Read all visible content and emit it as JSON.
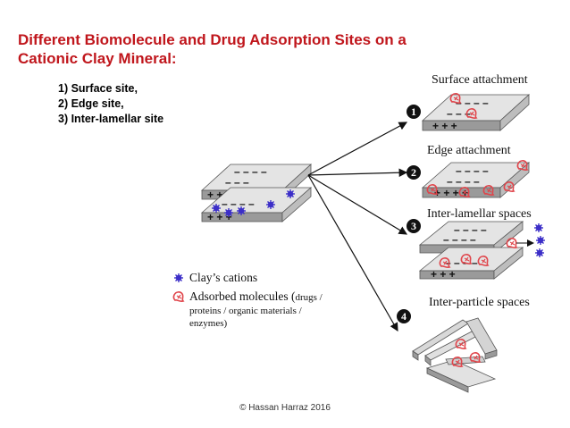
{
  "title": {
    "line1": "Different Biomolecule and Drug Adsorption Sites on a",
    "line2": "Cationic Clay Mineral:"
  },
  "sites": [
    "1) Surface site,",
    "2) Edge site,",
    "3) Inter-lamellar site"
  ],
  "diagram": {
    "labels": {
      "surface": "Surface attachment",
      "edge": "Edge attachment",
      "interlamellar": "Inter-lamellar spaces",
      "interparticle": "Inter-particle spaces"
    },
    "numbers": [
      "1",
      "2",
      "3",
      "4"
    ],
    "legend": {
      "cations": "Clay’s cations",
      "adsorbed_main": "Adsorbed molecules (",
      "adsorbed_drugs": "drugs /",
      "adsorbed_line2": "proteins / organic materials /",
      "adsorbed_line3": "enzymes)"
    },
    "colors": {
      "cation": "#3c2fc8",
      "molecule": "#e0454b",
      "plate_face": "#e4e4e4",
      "plate_side": "#9a9a9a"
    }
  },
  "footer": "© Hassan Harraz 2016"
}
